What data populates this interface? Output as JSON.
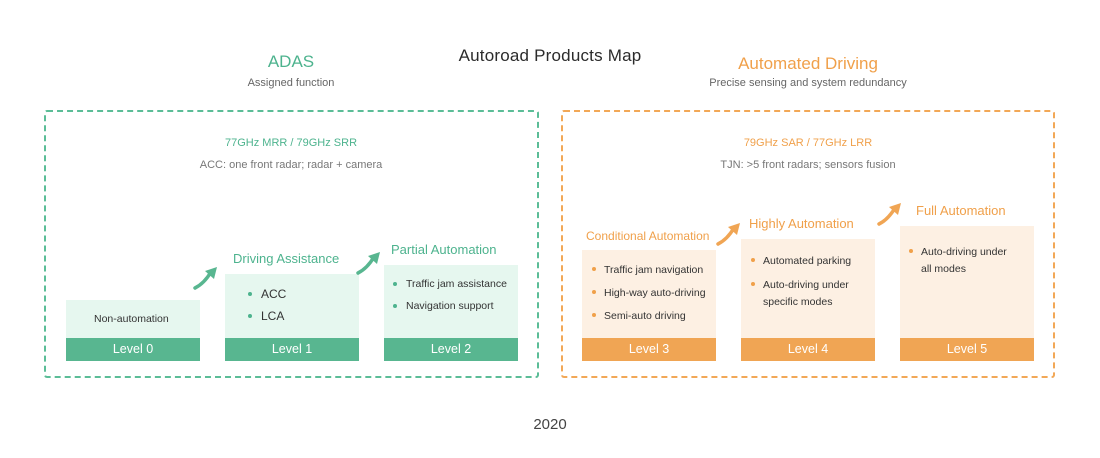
{
  "title": "Autoroad Products Map",
  "year": "2020",
  "colors": {
    "adas": "#4db38e",
    "automated": "#f0a04a"
  },
  "adas": {
    "title": "ADAS",
    "subtitle": "Assigned function",
    "radar": "77GHz MRR / 79GHz SRR",
    "radar_desc": "ACC: one front radar; radar + camera"
  },
  "automated": {
    "title": "Automated Driving",
    "subtitle": "Precise sensing and system redundancy",
    "radar": "79GHz SAR / 77GHz LRR",
    "radar_desc": "TJN: >5 front radars; sensors fusion"
  },
  "levels": [
    {
      "label": "Level 0",
      "category": "",
      "items": [
        "Non-automation"
      ]
    },
    {
      "label": "Level 1",
      "category": "Driving Assistance",
      "items": [
        "ACC",
        "LCA"
      ]
    },
    {
      "label": "Level 2",
      "category": "Partial Automation",
      "items": [
        "Traffic jam assistance",
        "Navigation support"
      ]
    },
    {
      "label": "Level 3",
      "category": "Conditional Automation",
      "items": [
        "Traffic jam navigation",
        "High-way auto-driving",
        "Semi-auto driving"
      ]
    },
    {
      "label": "Level 4",
      "category": "Highly Automation",
      "items": [
        "Automated parking",
        "Auto-driving under",
        "specific modes"
      ]
    },
    {
      "label": "Level 5",
      "category": "Full Automation",
      "items": [
        "Auto-driving under",
        "all modes"
      ]
    }
  ]
}
